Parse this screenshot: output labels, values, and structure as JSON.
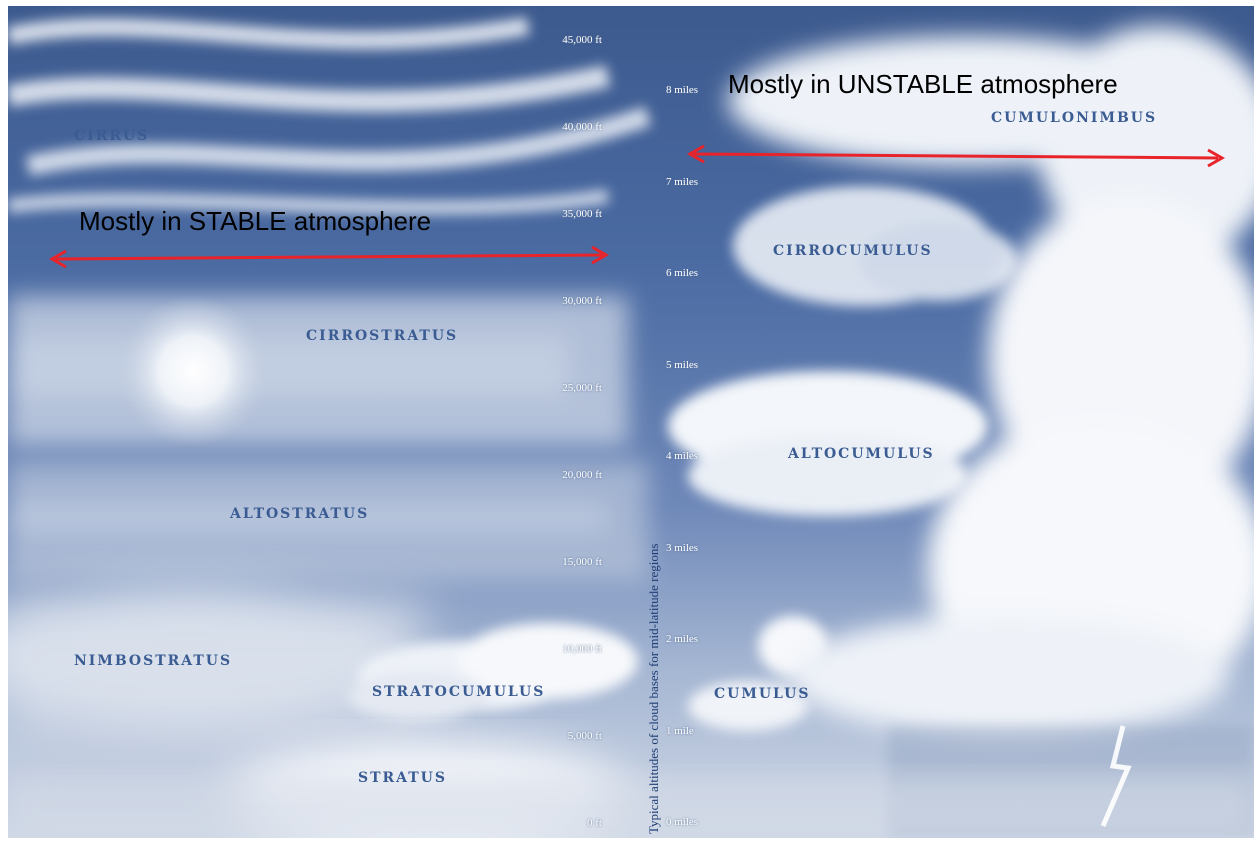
{
  "labels": {
    "cirrus": "CIRRUS",
    "cirrostratus": "CIRROSTRATUS",
    "altostratus": "ALTOSTRATUS",
    "nimbostratus": "NIMBOSTRATUS",
    "stratocumulus": "STRATOCUMULUS",
    "stratus": "STRATUS",
    "cirrocumulus": "CIRROCUMULUS",
    "altocumulus": "ALTOCUMULUS",
    "cumulus": "CUMULUS",
    "cumulonimbus": "CUMULONIMBUS"
  },
  "notes": {
    "stable": "Mostly in STABLE atmosphere",
    "unstable": "Mostly in UNSTABLE atmosphere"
  },
  "feet_ticks": [
    "45,000 ft",
    "40,000 ft",
    "35,000 ft",
    "30,000 ft",
    "25,000 ft",
    "20,000 ft",
    "15,000 ft",
    "10,000 ft",
    "5,000 ft",
    "0 ft"
  ],
  "mile_ticks": [
    "8 miles",
    "7 miles",
    "6 miles",
    "5 miles",
    "4 miles",
    "3 miles",
    "2 miles",
    "1 mile",
    "0 miles"
  ],
  "axis_title": "Typical altitudes of cloud bases for mid-latitude regions",
  "colors": {
    "arrow": "#e8232a",
    "label": "#3a5c93"
  }
}
